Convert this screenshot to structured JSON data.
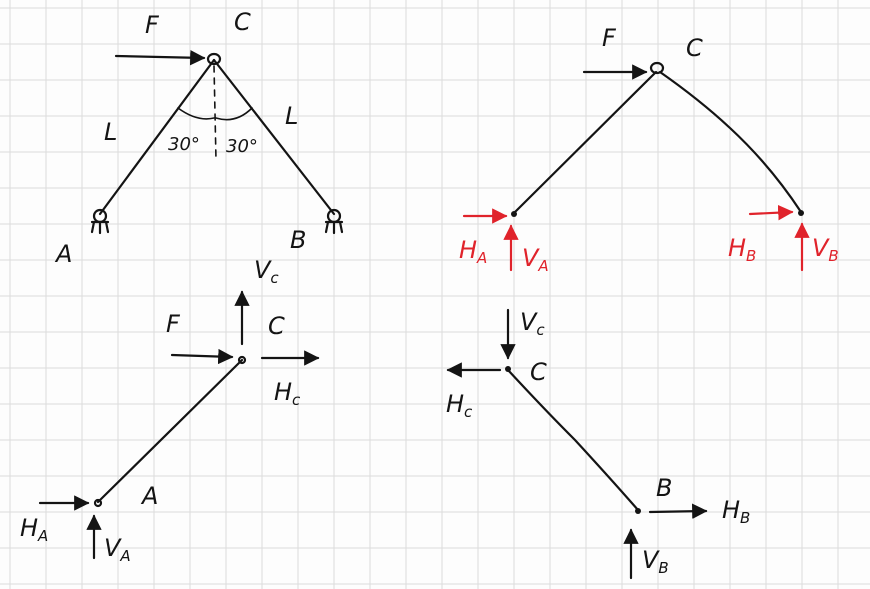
{
  "colors": {
    "ink": "#141414",
    "reaction_red": "#e0232b",
    "grid": "#dcdcdc",
    "paper": "#fdfdfd"
  },
  "labels": {
    "force_F": "F",
    "joint_C": "C",
    "support_A": "A",
    "support_B": "B",
    "length_L": "L",
    "angle_30": "30°",
    "H": "H",
    "V": "V",
    "sub_A": "A",
    "sub_B": "B",
    "sub_C": "c"
  }
}
